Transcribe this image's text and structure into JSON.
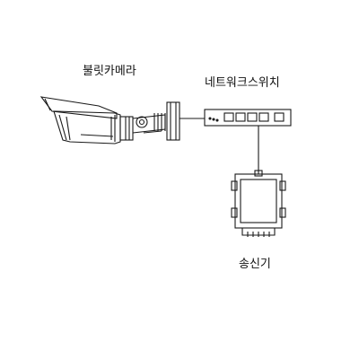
{
  "labels": {
    "camera": "불릿카메라",
    "switch": "네트워크스위치",
    "transmitter": "송신기"
  },
  "colors": {
    "line": "#1a1a1a",
    "background": "#ffffff"
  }
}
